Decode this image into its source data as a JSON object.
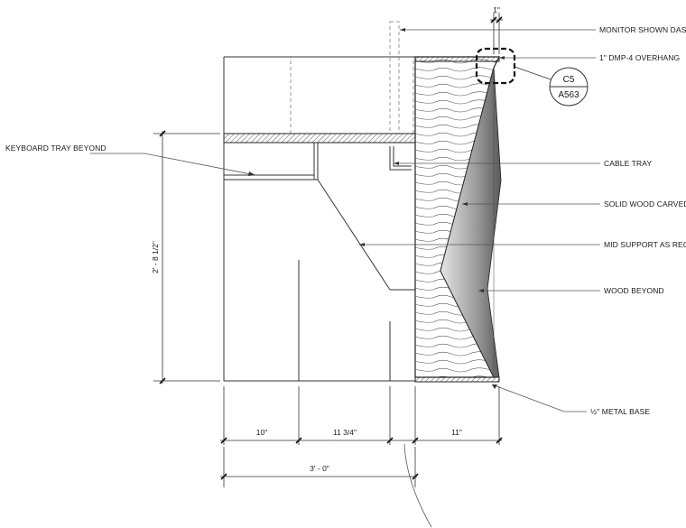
{
  "callouts": {
    "monitor": "MONITOR SHOWN DASHED",
    "overhang": "1\" DMP-4 OVERHANG",
    "keyboard_tray": "KEYBOARD TRAY BEYOND",
    "cable_tray": "CABLE TRAY",
    "carved_front": "SOLID WOOD CARVED FRONT",
    "mid_support": "MID SUPPORT AS REQ",
    "wood_beyond": "WOOD BEYOND",
    "metal_base": "½\" METAL BASE"
  },
  "dimensions": {
    "overhang": "1\"",
    "height": "2' - 8 1/2\"",
    "seg_1": "10\"",
    "seg_2": "11 3/4\"",
    "seg_3": "11\"",
    "overall": "3' - 0\""
  },
  "section_ref": {
    "detail": "C5",
    "sheet": "A563"
  }
}
